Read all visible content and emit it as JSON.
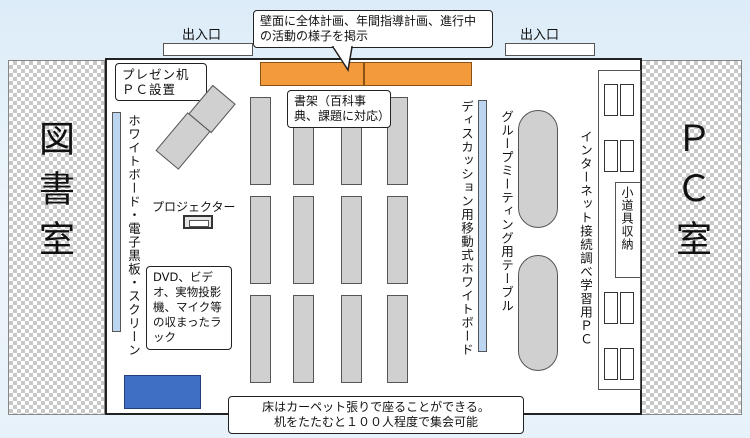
{
  "entrances": {
    "left": "出入口",
    "right": "出入口"
  },
  "left_room": "図書室",
  "right_room": "ＰＣ室",
  "callouts": {
    "wall": "壁面に全体計画、年間指導計画、進行中の活動の様子を掲示",
    "presentation_pc": "プレゼン机 ＰＣ設置",
    "bookshelf": "書架（百科事典、課題に対応）",
    "rack": "DVD、ビデオ、実物投影機、マイク等の収まったラック",
    "floor_line1": "床はカーペット張りで座ることができる。",
    "floor_line2": "机をたたむと１００人程度で集会可能"
  },
  "labels": {
    "whiteboard": "ホワイトボード・電子黒板・スクリーン",
    "projector": "プロジェクター",
    "discussion_board": "ディスカッション用移動式ホワイトボード",
    "group_table": "グループミーティング用テーブル",
    "internet_pc": "インターネット接続調べ学習用ＰＣ",
    "small_tools": "小道具収納"
  },
  "colors": {
    "bookshelf": "#f39a3c",
    "rack": "#3f6fc4",
    "whiteboard": "#bcd6f2"
  }
}
